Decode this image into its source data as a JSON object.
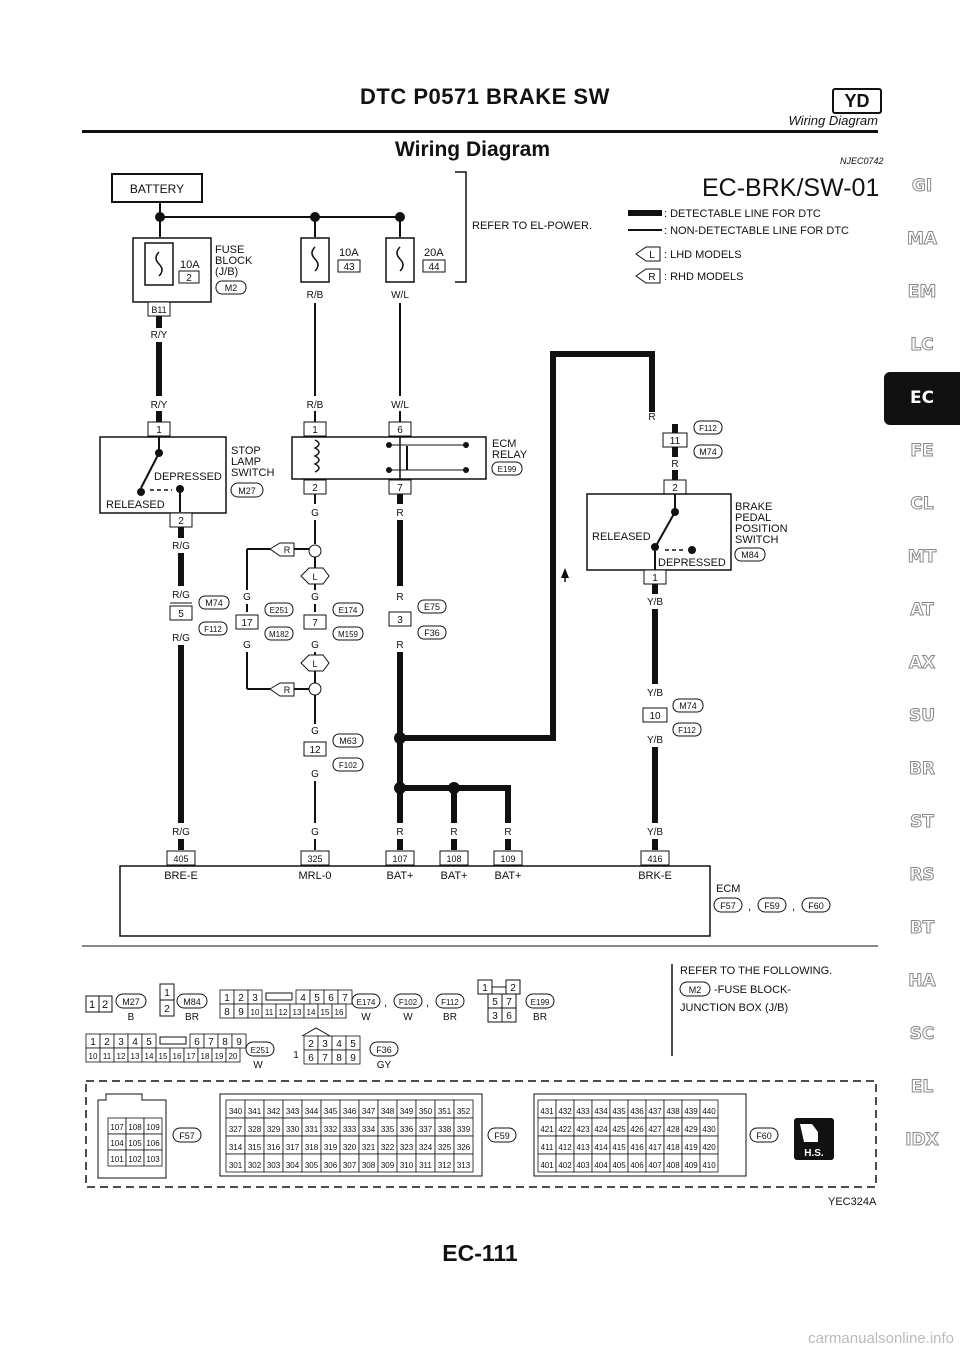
{
  "header": {
    "title": "DTC P0571 BRAKE SW",
    "badge": "YD",
    "subtitle": "Wiring Diagram"
  },
  "section": {
    "title": "Wiring Diagram",
    "code": "NJEC0742"
  },
  "diagram": {
    "code": "EC-BRK/SW-01",
    "battery": "BATTERY",
    "refer_power": "REFER TO EL-POWER.",
    "legend": {
      "detectable": ": DETECTABLE LINE FOR DTC",
      "non_detectable": ": NON-DETECTABLE LINE FOR DTC",
      "lhd_tag": "L",
      "lhd": ": LHD MODELS",
      "rhd_tag": "R",
      "rhd": ": RHD MODELS"
    },
    "fuse_block": {
      "amp": "10A",
      "num": "2",
      "label1": "FUSE",
      "label2": "BLOCK",
      "label3": "(J/B)",
      "conn": "M2",
      "pin": "B11",
      "wire": "R/Y"
    },
    "fuse43": {
      "amp": "10A",
      "num": "43",
      "wire": "R/B"
    },
    "fuse44": {
      "amp": "20A",
      "num": "44",
      "wire": "W/L"
    },
    "stop_lamp": {
      "label1": "STOP",
      "label2": "LAMP",
      "label3": "SWITCH",
      "conn": "M27",
      "pin_in": "1",
      "pin_out": "2",
      "depressed": "DEPRESSED",
      "released": "RELEASED",
      "wire_in": "R/Y",
      "wire_out": "R/G"
    },
    "ecm_relay": {
      "label1": "ECM",
      "label2": "RELAY",
      "conn": "E199",
      "p1": "1",
      "p2": "2",
      "p6": "6",
      "p7": "7",
      "wire_r": "R",
      "wire_g": "G",
      "wire_rb": "R/B",
      "wire_wl": "W/L"
    },
    "brake_pedal": {
      "label1": "BRAKE",
      "label2": "PEDAL",
      "label3": "POSITION",
      "label4": "SWITCH",
      "conn": "M84",
      "pin_in": "2",
      "pin_out": "1",
      "released": "RELEASED",
      "depressed": "DEPRESSED",
      "wire_in": "R",
      "wire_out": "Y/B"
    },
    "joints": {
      "j5": {
        "pin": "5",
        "c1": "M74",
        "c2": "F112",
        "w": "R/G"
      },
      "j17": {
        "pin": "17",
        "c1": "E251",
        "c2": "M182",
        "w": "G"
      },
      "j7": {
        "pin": "7",
        "c1": "E174",
        "c2": "M159",
        "w": "G"
      },
      "j3": {
        "pin": "3",
        "c1": "E75",
        "c2": "F36",
        "w": "R"
      },
      "j12": {
        "pin": "12",
        "c1": "M63",
        "c2": "F102",
        "w": "G"
      },
      "j11": {
        "pin": "11",
        "c1": "F112",
        "c2": "M74",
        "w": "R"
      },
      "j10": {
        "pin": "10",
        "c1": "M74",
        "c2": "F112",
        "w": "Y/B"
      },
      "tag_l": "L",
      "tag_r": "R"
    },
    "ecm": {
      "label": "ECM",
      "c1": "F57",
      "c2": "F59",
      "c3": "F60",
      "sep": ",",
      "terminals": [
        {
          "pin": "405",
          "name": "BRE-E",
          "wire": "R/G"
        },
        {
          "pin": "325",
          "name": "MRL-0",
          "wire": "G"
        },
        {
          "pin": "107",
          "name": "BAT+",
          "wire": "R"
        },
        {
          "pin": "108",
          "name": "BAT+",
          "wire": "R"
        },
        {
          "pin": "109",
          "name": "BAT+",
          "wire": "R"
        },
        {
          "pin": "416",
          "name": "BRK-E",
          "wire": "Y/B"
        }
      ]
    },
    "connectors": {
      "m27": {
        "code": "M27",
        "color": "B",
        "pins": [
          "1",
          "2"
        ]
      },
      "m84": {
        "code": "M84",
        "color": "BR",
        "pins": [
          "1",
          "2"
        ]
      },
      "e174": {
        "code": "E174",
        "sep": ",",
        "row1": [
          "1",
          "2",
          "3",
          "4",
          "5",
          "6",
          "7"
        ],
        "row2": [
          "8",
          "9",
          "10",
          "11",
          "12",
          "13",
          "14",
          "15",
          "16"
        ],
        "color": "W"
      },
      "f102": {
        "code": "F102",
        "color": "W",
        "sep": ","
      },
      "f112": {
        "code": "F112",
        "color": "BR"
      },
      "e199": {
        "code": "E199",
        "color": "BR",
        "pins": [
          "1",
          "2",
          "5",
          "7",
          "3",
          "6"
        ]
      },
      "e251": {
        "code": "E251",
        "color": "W",
        "row1": [
          "1",
          "2",
          "3",
          "4",
          "5",
          "6",
          "7",
          "8",
          "9"
        ],
        "row2": [
          "10",
          "11",
          "12",
          "13",
          "14",
          "15",
          "16",
          "17",
          "18",
          "19",
          "20"
        ]
      },
      "f36": {
        "code": "F36",
        "color": "GY",
        "pins": [
          "1",
          "2",
          "3",
          "4",
          "5",
          "6",
          "7",
          "8",
          "9"
        ]
      },
      "refer": {
        "line1": "REFER TO THE FOLLOWING.",
        "conn": "M2",
        "line2": "-FUSE BLOCK-",
        "line3": "JUNCTION BOX (J/B)"
      }
    },
    "ecm_connectors": {
      "f57": {
        "code": "F57",
        "rows": [
          [
            "107",
            "108",
            "109"
          ],
          [
            "104",
            "105",
            "106"
          ],
          [
            "101",
            "102",
            "103"
          ]
        ]
      },
      "f59": {
        "code": "F59",
        "rows": [
          [
            "340",
            "341",
            "342",
            "343",
            "344",
            "345",
            "346",
            "347",
            "348",
            "349",
            "350",
            "351",
            "352"
          ],
          [
            "327",
            "328",
            "329",
            "330",
            "331",
            "332",
            "333",
            "334",
            "335",
            "336",
            "337",
            "338",
            "339"
          ],
          [
            "314",
            "315",
            "316",
            "317",
            "318",
            "319",
            "320",
            "321",
            "322",
            "323",
            "324",
            "325",
            "326"
          ],
          [
            "301",
            "302",
            "303",
            "304",
            "305",
            "306",
            "307",
            "308",
            "309",
            "310",
            "311",
            "312",
            "313"
          ]
        ]
      },
      "f60": {
        "code": "F60",
        "rows": [
          [
            "431",
            "432",
            "433",
            "434",
            "435",
            "436",
            "437",
            "438",
            "439",
            "440"
          ],
          [
            "421",
            "422",
            "423",
            "424",
            "425",
            "426",
            "427",
            "428",
            "429",
            "430"
          ],
          [
            "411",
            "412",
            "413",
            "414",
            "415",
            "416",
            "417",
            "418",
            "419",
            "420"
          ],
          [
            "401",
            "402",
            "403",
            "404",
            "405",
            "406",
            "407",
            "408",
            "409",
            "410"
          ]
        ]
      },
      "hs": "H.S."
    }
  },
  "figure_code": "YEC324A",
  "page_number": "EC-111",
  "side_tabs": [
    "GI",
    "MA",
    "EM",
    "LC",
    "EC",
    "FE",
    "CL",
    "MT",
    "AT",
    "AX",
    "SU",
    "BR",
    "ST",
    "RS",
    "BT",
    "HA",
    "SC",
    "EL",
    "IDX"
  ],
  "active_tab": "EC",
  "watermark": "carmanualsonline.info"
}
